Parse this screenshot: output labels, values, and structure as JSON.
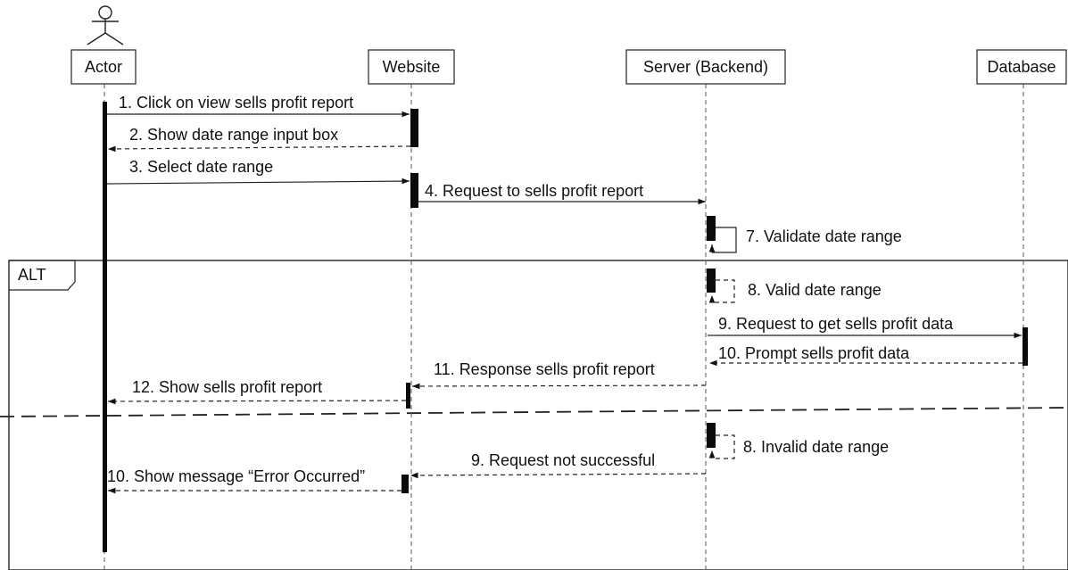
{
  "participants": [
    {
      "id": "actor",
      "label": "Actor",
      "icon": "stick-figure-icon"
    },
    {
      "id": "website",
      "label": "Website"
    },
    {
      "id": "server",
      "label": "Server (Backend)"
    },
    {
      "id": "database",
      "label": "Database"
    }
  ],
  "fragment": {
    "operator": "ALT"
  },
  "messages": [
    {
      "label": "1. Click on view sells profit report",
      "from": "actor",
      "to": "website",
      "kind": "sync"
    },
    {
      "label": "2. Show date range input box",
      "from": "website",
      "to": "actor",
      "kind": "return"
    },
    {
      "label": "3. Select date range",
      "from": "actor",
      "to": "website",
      "kind": "sync"
    },
    {
      "label": "4. Request to sells profit report",
      "from": "website",
      "to": "server",
      "kind": "sync"
    },
    {
      "label": "7. Validate date range",
      "from": "server",
      "to": "server",
      "kind": "self"
    },
    {
      "label": "8. Valid date range",
      "from": "server",
      "to": "server",
      "kind": "self-return"
    },
    {
      "label": "9. Request to get sells profit data",
      "from": "server",
      "to": "database",
      "kind": "sync"
    },
    {
      "label": "10. Prompt sells profit data",
      "from": "database",
      "to": "server",
      "kind": "return"
    },
    {
      "label": "11. Response sells profit report",
      "from": "server",
      "to": "website",
      "kind": "return"
    },
    {
      "label": "12. Show sells profit report",
      "from": "website",
      "to": "actor",
      "kind": "return"
    },
    {
      "label": "8. Invalid date range",
      "from": "server",
      "to": "server",
      "kind": "self-return"
    },
    {
      "label": "9. Request not successful",
      "from": "server",
      "to": "website",
      "kind": "return"
    },
    {
      "label": "10. Show message “Error Occurred”",
      "from": "website",
      "to": "actor",
      "kind": "return"
    }
  ]
}
